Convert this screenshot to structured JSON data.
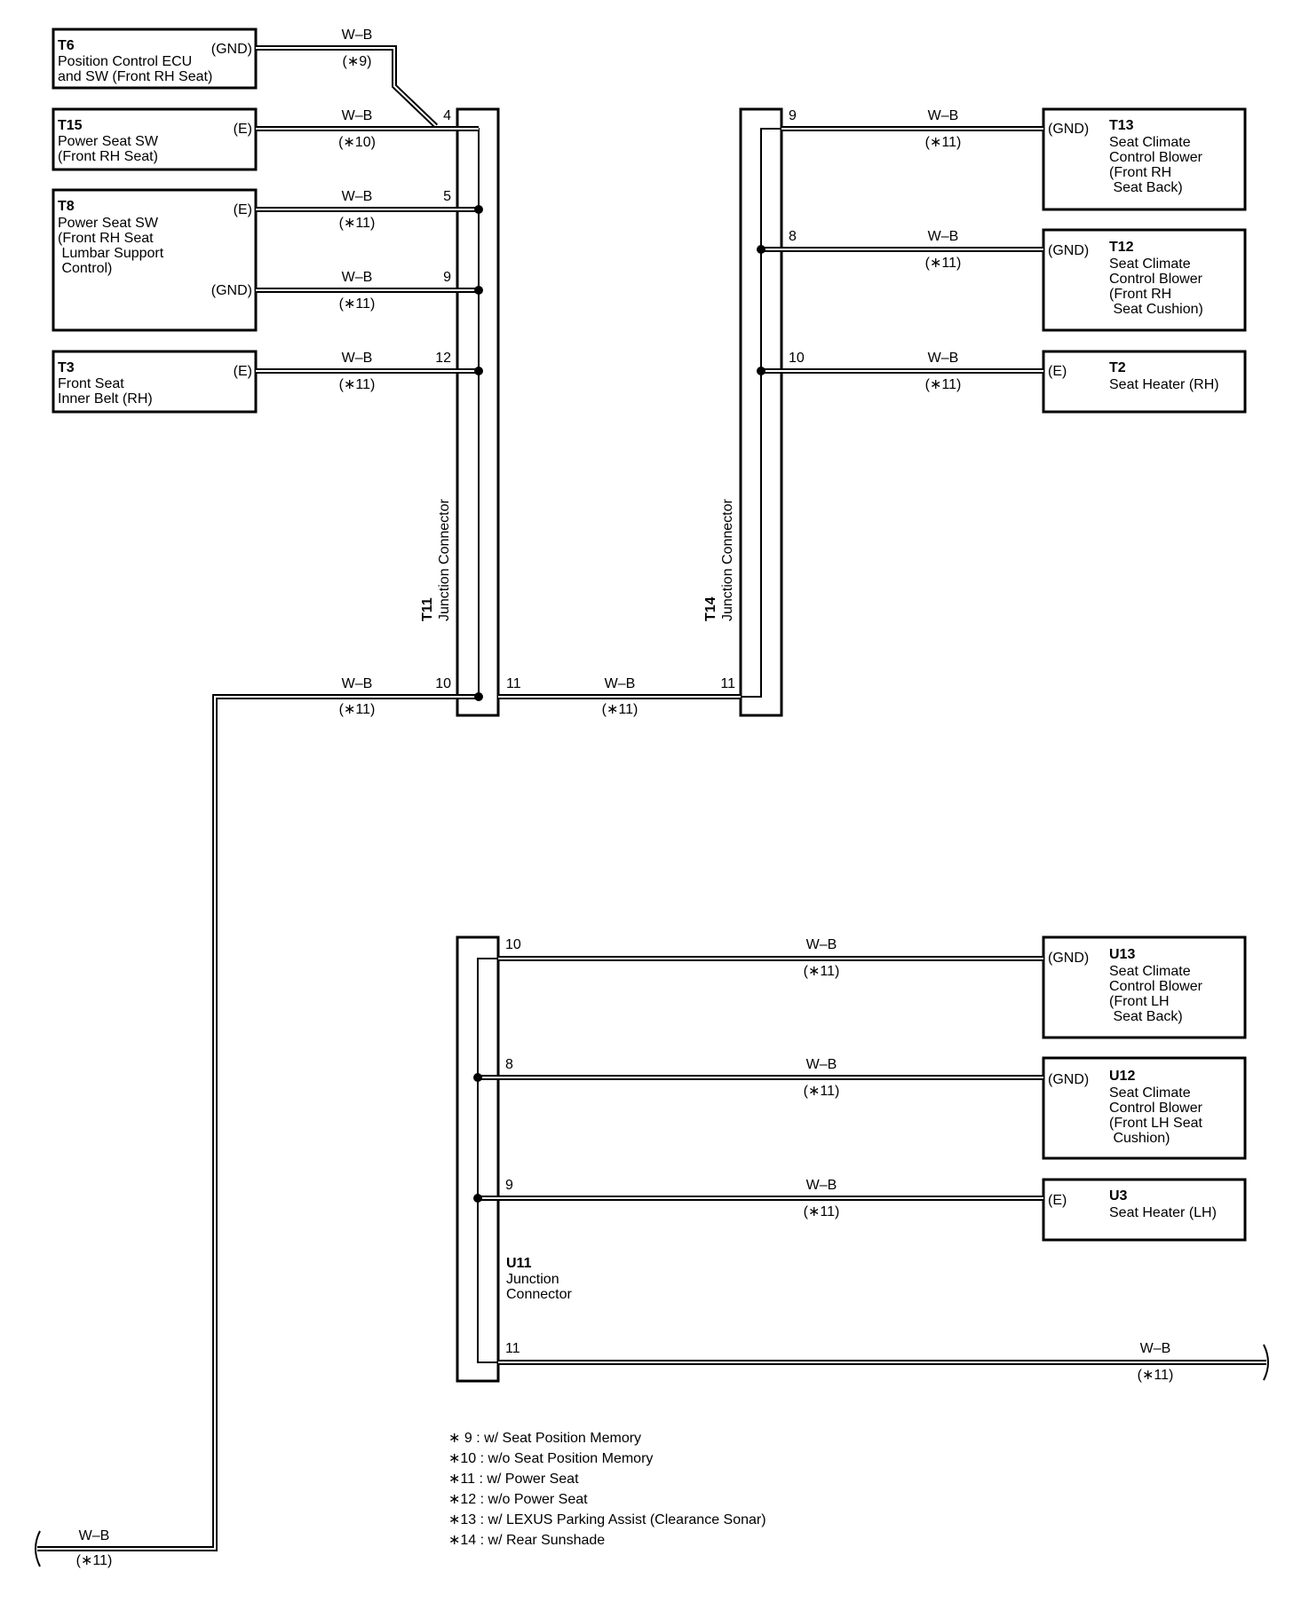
{
  "components": {
    "T6": {
      "id": "T6",
      "lines": [
        "Position Control ECU",
        "and SW (Front RH Seat)"
      ],
      "pins": [
        "(GND)"
      ]
    },
    "T15": {
      "id": "T15",
      "lines": [
        "Power Seat SW",
        "(Front RH Seat)"
      ],
      "pins": [
        "(E)"
      ]
    },
    "T8": {
      "id": "T8",
      "lines": [
        "Power Seat SW",
        "(Front RH Seat",
        " Lumbar Support",
        " Control)"
      ],
      "pins": [
        "(E)",
        "(GND)"
      ]
    },
    "T3": {
      "id": "T3",
      "lines": [
        "Front Seat",
        "Inner Belt (RH)"
      ],
      "pins": [
        "(E)"
      ]
    },
    "T13": {
      "id": "T13",
      "lines": [
        "Seat Climate",
        "Control Blower",
        "(Front RH",
        " Seat Back)"
      ],
      "pins": [
        "(GND)"
      ]
    },
    "T12": {
      "id": "T12",
      "lines": [
        "Seat Climate",
        "Control Blower",
        "(Front RH",
        " Seat Cushion)"
      ],
      "pins": [
        "(GND)"
      ]
    },
    "T2": {
      "id": "T2",
      "lines": [
        "Seat Heater (RH)"
      ],
      "pins": [
        "(E)"
      ]
    },
    "U13": {
      "id": "U13",
      "lines": [
        "Seat Climate",
        "Control Blower",
        "(Front LH",
        " Seat Back)"
      ],
      "pins": [
        "(GND)"
      ]
    },
    "U12": {
      "id": "U12",
      "lines": [
        "Seat Climate",
        "Control Blower",
        "(Front LH Seat",
        " Cushion)"
      ],
      "pins": [
        "(GND)"
      ]
    },
    "U3": {
      "id": "U3",
      "lines": [
        "Seat Heater (LH)"
      ],
      "pins": [
        "(E)"
      ]
    }
  },
  "junctions": {
    "T11": {
      "id": "T11",
      "name": "Junction Connector"
    },
    "T14": {
      "id": "T14",
      "name": "Junction Connector"
    },
    "U11": {
      "id": "U11",
      "lines": [
        "Junction",
        "Connector"
      ]
    }
  },
  "wire_color": "W–B",
  "wires": [
    {
      "note": "(∗9)",
      "pin": "4"
    },
    {
      "note": "(∗10)",
      "pin": "4"
    },
    {
      "note": "(∗11)",
      "pin": "5"
    },
    {
      "note": "(∗11)",
      "pin": "9"
    },
    {
      "note": "(∗11)",
      "pin": "12"
    },
    {
      "note": "(∗11)",
      "pin": "10"
    },
    {
      "note": "(∗11)",
      "pin_from": "11",
      "pin_to": "11"
    },
    {
      "note": "(∗11)",
      "pin": "9"
    },
    {
      "note": "(∗11)",
      "pin": "8"
    },
    {
      "note": "(∗11)",
      "pin": "10"
    },
    {
      "note": "(∗11)",
      "pin": "10"
    },
    {
      "note": "(∗11)",
      "pin": "8"
    },
    {
      "note": "(∗11)",
      "pin": "9"
    },
    {
      "note": "(∗11)",
      "pin": "11"
    },
    {
      "note": "(∗11)"
    }
  ],
  "legend": [
    "∗ 9 : w/ Seat Position Memory",
    "∗10 : w/o Seat Position Memory",
    "∗11 : w/ Power Seat",
    "∗12 : w/o Power Seat",
    "∗13 : w/ LEXUS Parking Assist (Clearance Sonar)",
    "∗14 : w/ Rear Sunshade"
  ]
}
